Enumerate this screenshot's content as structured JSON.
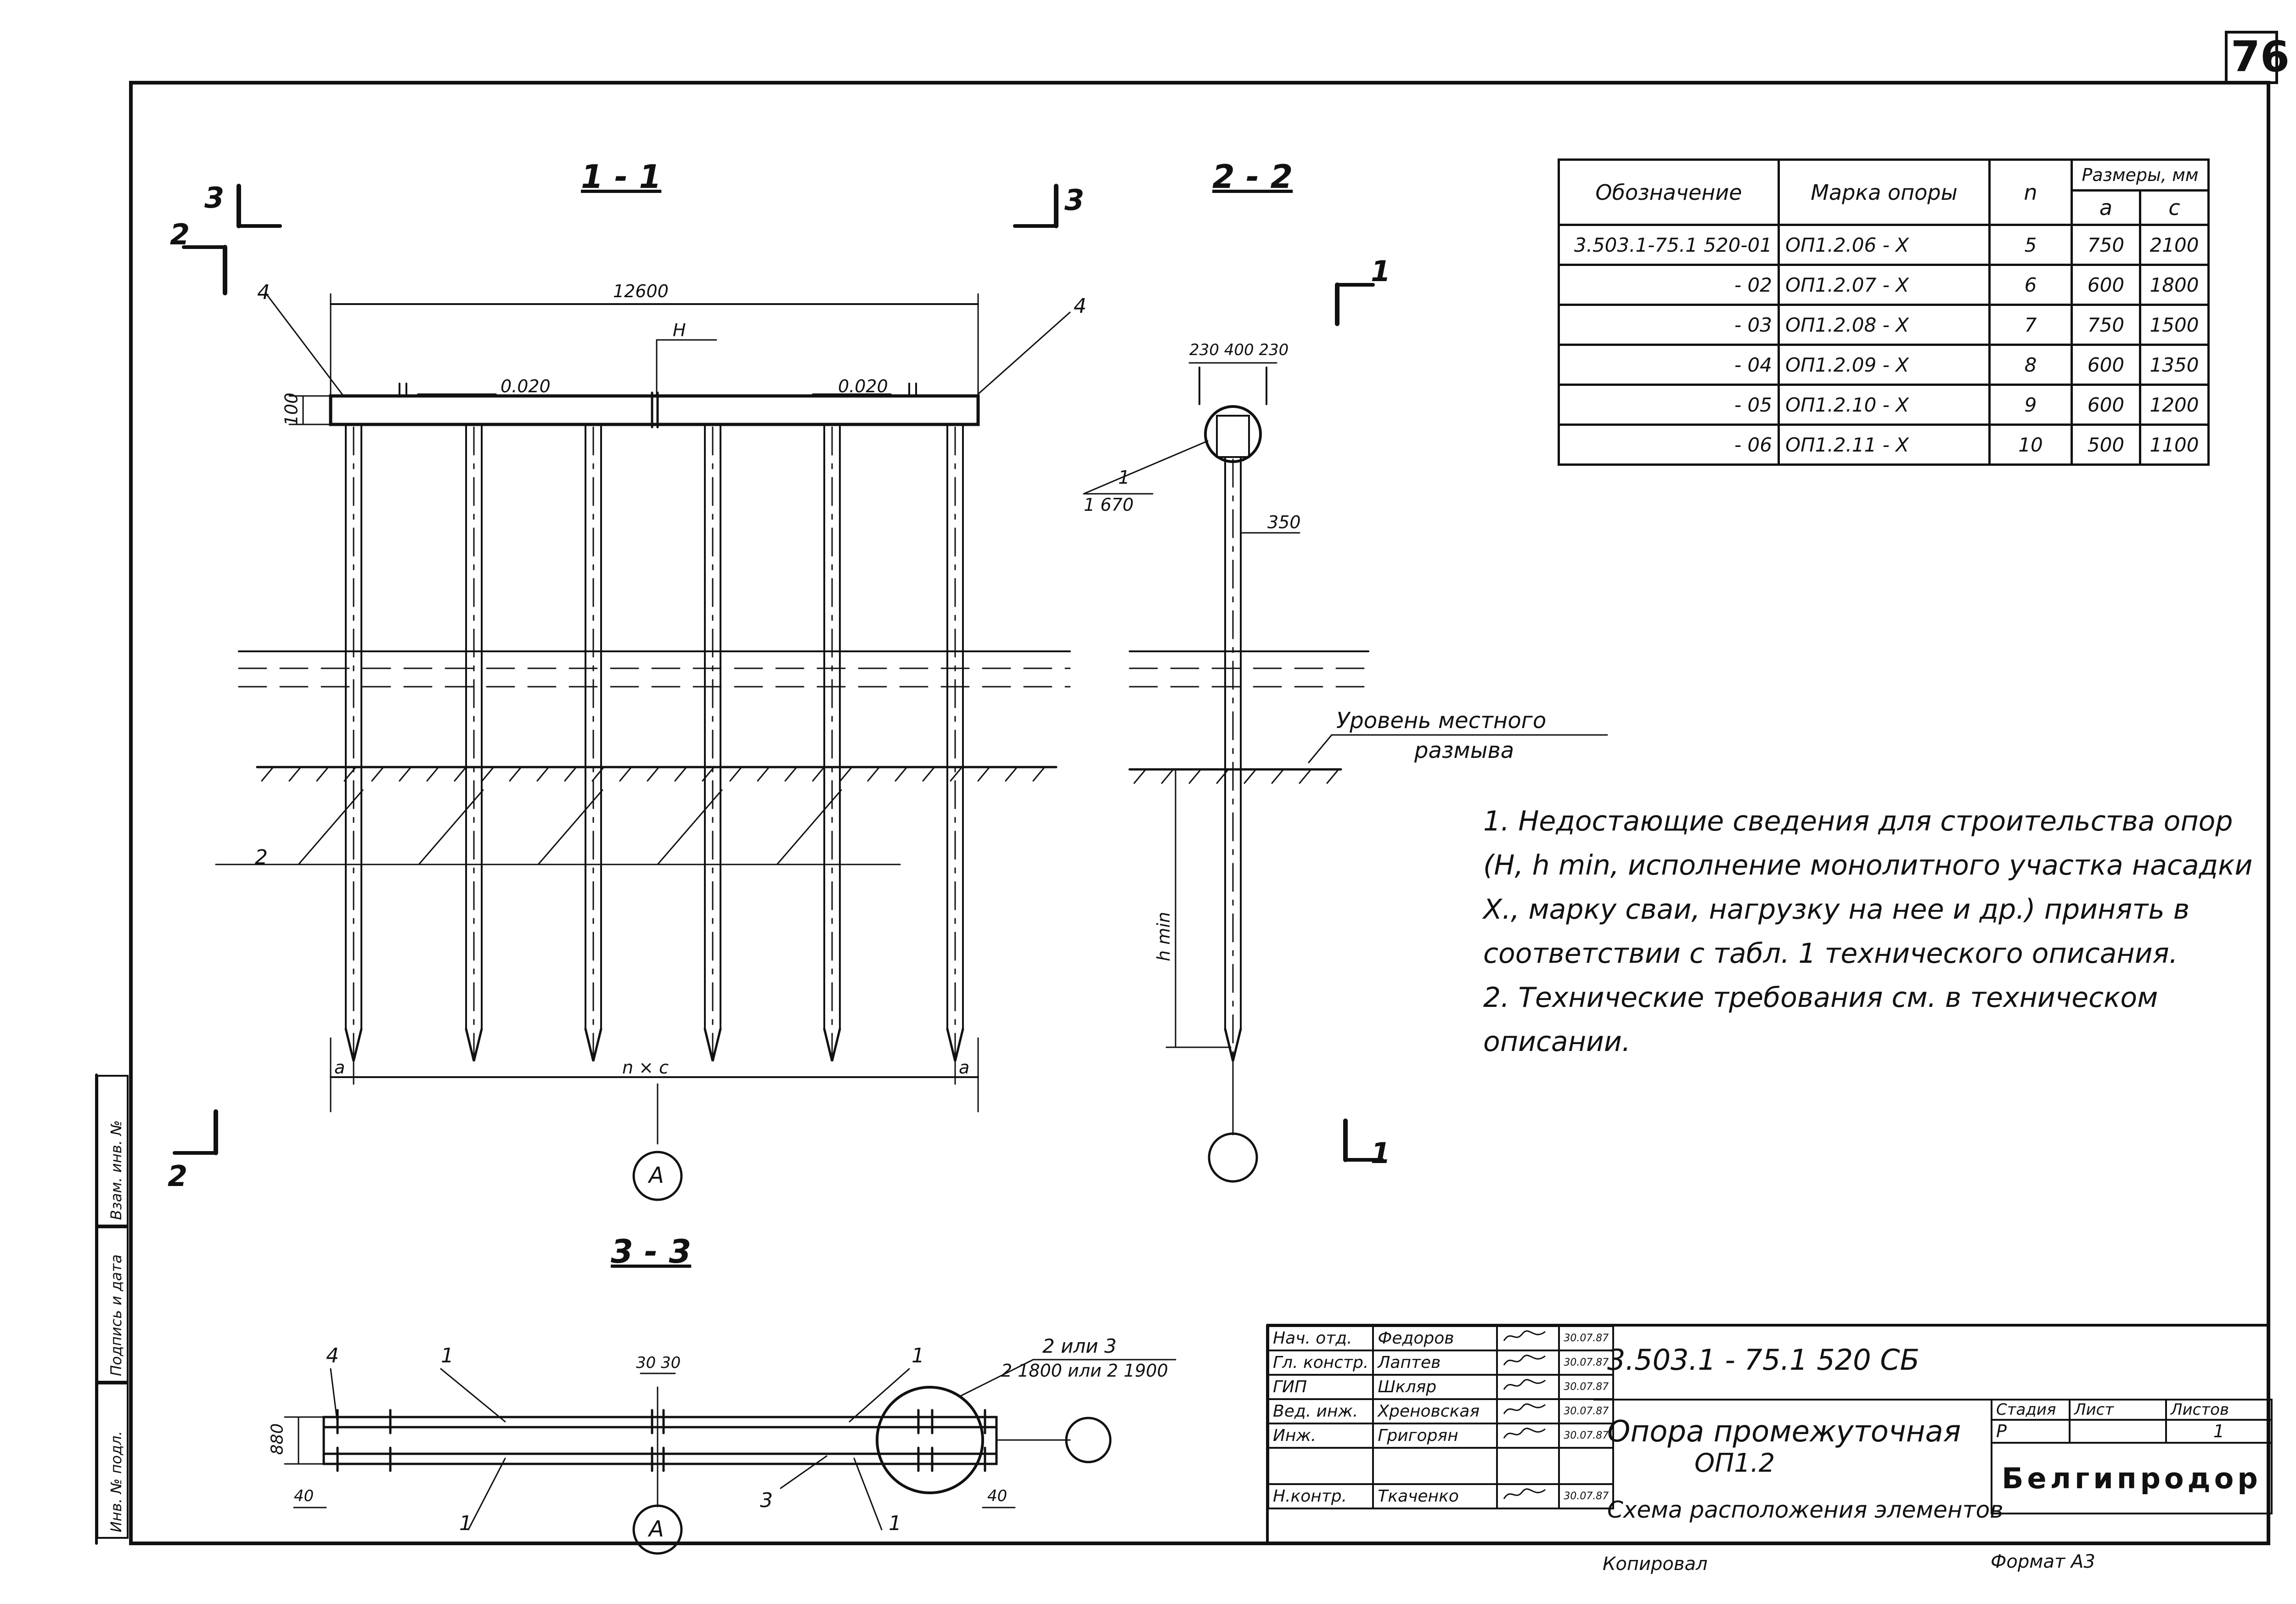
{
  "page_number": "76",
  "sections": {
    "s11": "1 - 1",
    "s22": "2 - 2",
    "s33": "3 - 3",
    "cut3_left": "3",
    "cut3_right": "3",
    "cut2_top": "2",
    "cut2_bottom": "2",
    "cut1_top": "1",
    "cut1_bottom": "1"
  },
  "dims": {
    "length": "12600",
    "H": "H",
    "h100": "100",
    "slope_left": "0.020",
    "slope_right": "0.020",
    "n_c": "n × c",
    "a_left": "a",
    "a_right": "a",
    "pos4_left": "4",
    "pos4_right": "4",
    "pos2": "2",
    "axis_A": "A",
    "side_dims": "230  400  230",
    "pile_note_1": "1",
    "pile_note_2": "1  670",
    "d350": "350",
    "hmin": "h min",
    "level_1": "Уровень  местного",
    "level_2": "размыва",
    "plan_4": "4",
    "plan_1a": "1",
    "plan_1b": "1",
    "plan_1c": "1",
    "plan_1d": "1",
    "plan_3": "3",
    "plan_3030": "30  30",
    "plan_880": "880",
    "plan_40a": "40",
    "plan_40b": "40",
    "plan_A": "A",
    "plan_23_1": "2 или 3",
    "plan_23_2": "2 1800 или 2 1900"
  },
  "spec_table": {
    "headers": [
      "Обозначение",
      "Марка опоры",
      "n",
      "Размеры, мм",
      "a",
      "c"
    ],
    "rows": [
      [
        "3.503.1-75.1 520-01",
        "ОП1.2.06 - X",
        "5",
        "750",
        "2100"
      ],
      [
        "- 02",
        "ОП1.2.07 - X",
        "6",
        "600",
        "1800"
      ],
      [
        "- 03",
        "ОП1.2.08 - X",
        "7",
        "750",
        "1500"
      ],
      [
        "- 04",
        "ОП1.2.09 - X",
        "8",
        "600",
        "1350"
      ],
      [
        "- 05",
        "ОП1.2.10 - X",
        "9",
        "600",
        "1200"
      ],
      [
        "- 06",
        "ОП1.2.11 - X",
        "10",
        "500",
        "1100"
      ]
    ]
  },
  "notes": [
    "1.  Недостающие сведения для строительства опор (H, h min, исполнение монолитного участка насадки X., марку сваи, нагрузку на нее и др.) принять в соответствии с табл. 1 технического описания.",
    "2.  Технические требования см. в техническом описании."
  ],
  "title_block": {
    "doc_code": "3.503.1 - 75.1  520 СБ",
    "title_1": "Опора  промежуточная",
    "title_2": "ОП1.2",
    "subtitle": "Схема расположения элементов",
    "stage_h": "Стадия",
    "sheet_h": "Лист",
    "sheets_h": "Листов",
    "stage": "Р",
    "sheet": "",
    "sheets": "1",
    "org": "Белгипродор",
    "people": [
      [
        "Нач. отд.",
        "Федоров",
        "30.07.87"
      ],
      [
        "Гл. констр.",
        "Лаптев",
        "30.07.87"
      ],
      [
        "ГИП",
        "Шкляр",
        "30.07.87"
      ],
      [
        "Вед. инж.",
        "Хреновская",
        "30.07.87"
      ],
      [
        "Инж.",
        "Григорян",
        "30.07.87"
      ],
      [
        "",
        "",
        ""
      ],
      [
        "Н.контр.",
        "Ткаченко",
        "30.07.87"
      ]
    ],
    "copied": "Копировал",
    "format": "Формат А3"
  },
  "side_stamp": [
    "Инв. № подл.",
    "Подпись и дата",
    "Взам. инв. №"
  ]
}
